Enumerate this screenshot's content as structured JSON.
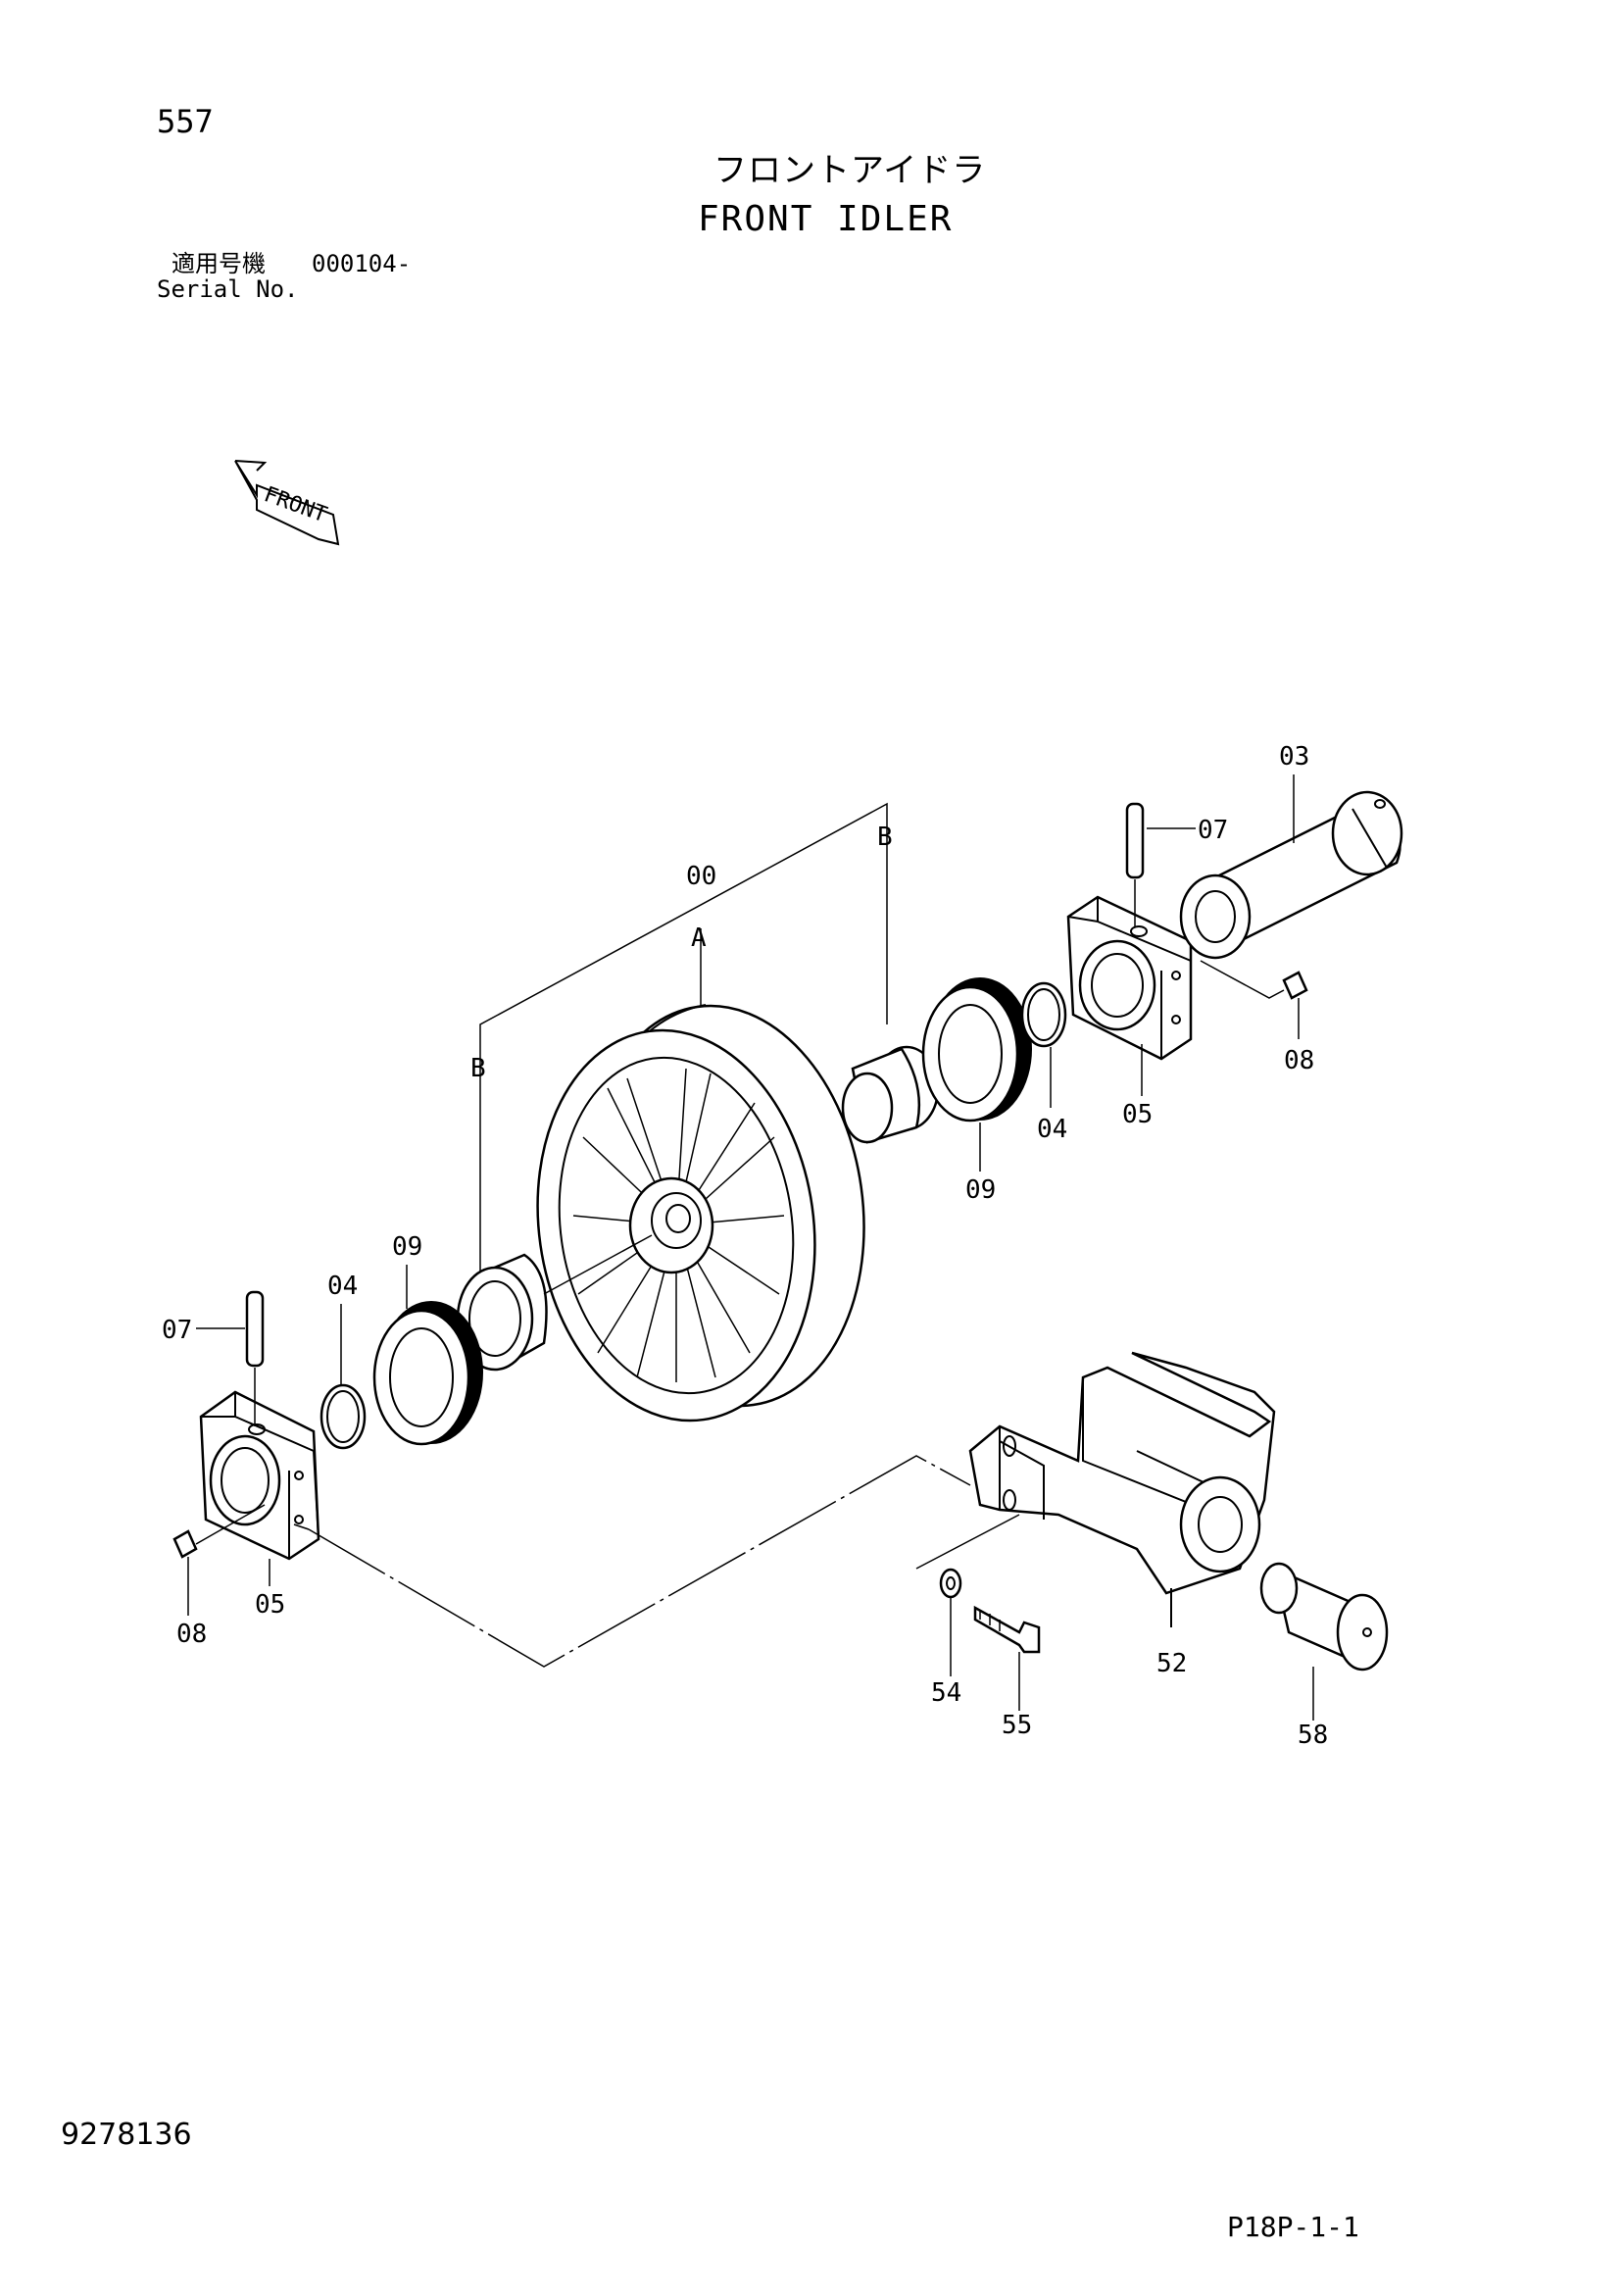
{
  "header": {
    "page_number": "557",
    "title_jp": "フロントアイドラ",
    "title_en": "FRONT IDLER",
    "serial_label_jp": "適用号機",
    "serial_value": "000104-",
    "serial_label_en": "Serial No."
  },
  "direction_arrow": "FRONT",
  "callouts": {
    "c00": "00",
    "cA": "A",
    "cB1": "B",
    "cB2": "B",
    "c03": "03",
    "c07a": "07",
    "c07b": "07",
    "c08a": "08",
    "c08b": "08",
    "c05a": "05",
    "c05b": "05",
    "c04a": "04",
    "c04b": "04",
    "c09a": "09",
    "c09b": "09",
    "c52": "52",
    "c54": "54",
    "c55": "55",
    "c58": "58"
  },
  "footer": {
    "document_number": "9278136",
    "page_code": "P18P-1-1"
  }
}
